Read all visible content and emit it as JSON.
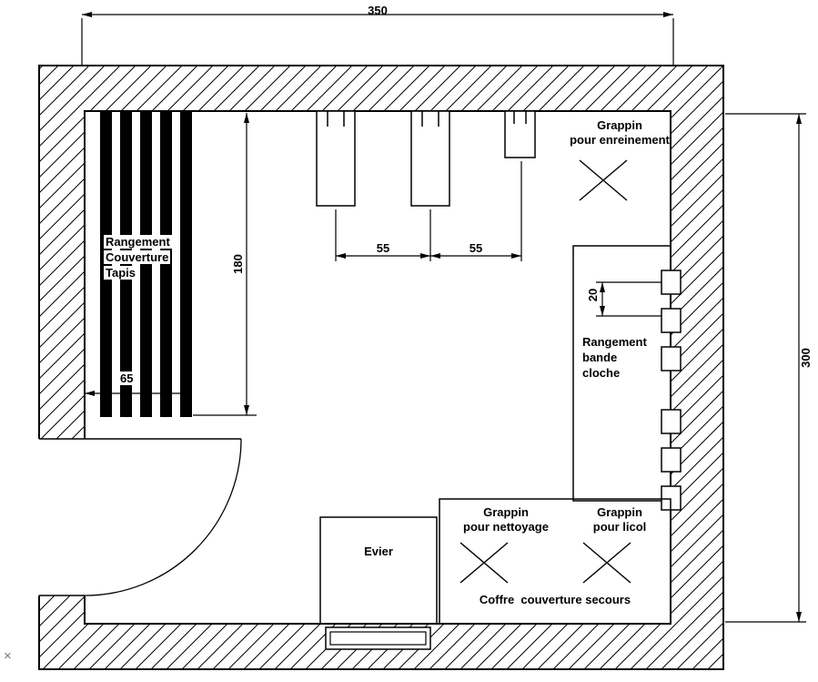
{
  "colors": {
    "line": "#000000",
    "background": "#ffffff"
  },
  "dimensions": {
    "top_width": "350",
    "right_height": "300",
    "storage_height": "180",
    "storage_depth": "65",
    "rack_spacing_a": "55",
    "rack_spacing_b": "55",
    "hook_spacing": "20"
  },
  "labels": {
    "blanket_storage": [
      "Rangement",
      "Couverture",
      "Tapis"
    ],
    "rein_hook": [
      "Grappin",
      "pour enreinement"
    ],
    "band_storage": [
      "Rangement",
      "bande",
      "cloche"
    ],
    "cleaning_hook": [
      "Grappin",
      "pour nettoyage"
    ],
    "halter_hook": [
      "Grappin",
      "pour licol"
    ],
    "chest": "Coffre  couverture secours",
    "sink": "Evier",
    "corner_mark": "×"
  }
}
